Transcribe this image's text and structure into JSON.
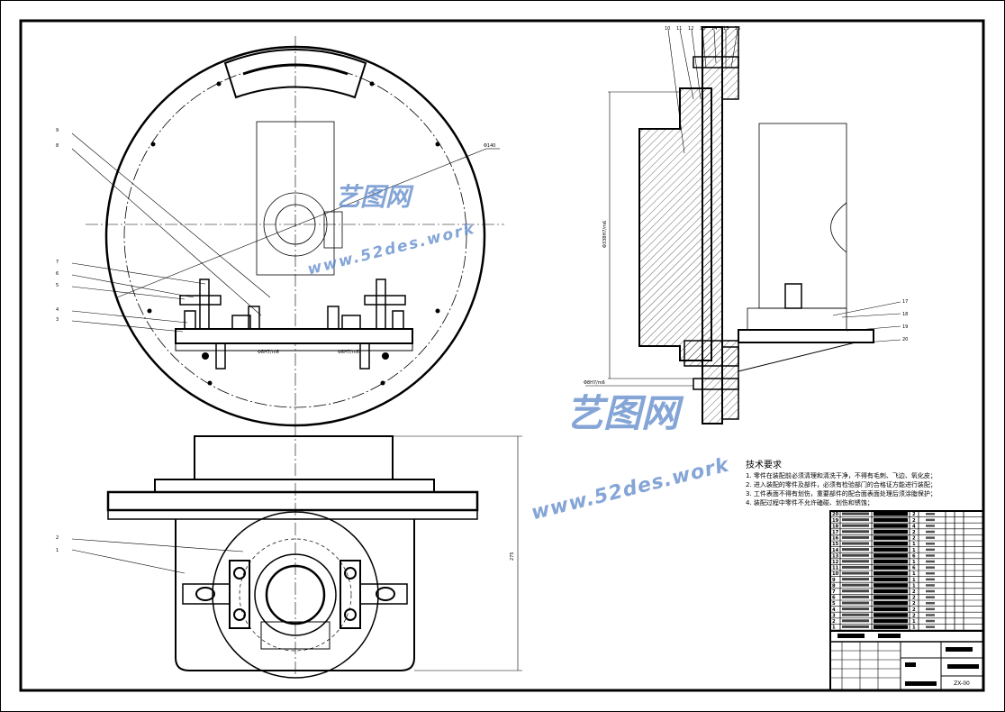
{
  "technical_requirements": {
    "title": "技术要求",
    "items": [
      "1. 零件在装配前必须清理和清洗干净，不得有毛刺、飞边、氧化皮；",
      "2. 进入装配的零件及部件，必须有检验部门的合格证方能进行装配；",
      "3. 工件表面不得有划伤，重要部件的配合面表面处理后须涂脂保护；",
      "4. 装配过程中零件不允许磕碰、划伤和锈蚀；"
    ]
  },
  "dimensions": {
    "top_dia": "Φ140",
    "fit_left": "Φ8H7/m6",
    "fit_right": "Φ8H7/m6",
    "side_dia": "Φ338H7/m6",
    "side_fit": "Φ8H7/m6",
    "height": "275"
  },
  "balloons": {
    "top_view": [
      "9",
      "8",
      "7",
      "6",
      "5",
      "4",
      "3"
    ],
    "bottom_view": [
      "2",
      "1"
    ],
    "side_view_top": [
      "10",
      "11",
      "12",
      "13",
      "14",
      "15",
      "16"
    ],
    "side_view_right": [
      "17",
      "18",
      "19",
      "20"
    ]
  },
  "parts_list": [
    {
      "no": "20",
      "qty": "2"
    },
    {
      "no": "19",
      "qty": "2"
    },
    {
      "no": "18",
      "qty": "4"
    },
    {
      "no": "17",
      "qty": "2"
    },
    {
      "no": "16",
      "qty": "2"
    },
    {
      "no": "15",
      "qty": "1"
    },
    {
      "no": "14",
      "qty": "1"
    },
    {
      "no": "13",
      "qty": "6"
    },
    {
      "no": "12",
      "qty": "1"
    },
    {
      "no": "11",
      "qty": "6"
    },
    {
      "no": "10",
      "qty": "1"
    },
    {
      "no": "9",
      "qty": "1"
    },
    {
      "no": "8",
      "qty": "1"
    },
    {
      "no": "7",
      "qty": "2"
    },
    {
      "no": "6",
      "qty": "2"
    },
    {
      "no": "5",
      "qty": "2"
    },
    {
      "no": "4",
      "qty": "2"
    },
    {
      "no": "3",
      "qty": "2"
    },
    {
      "no": "2",
      "qty": "1"
    },
    {
      "no": "1",
      "qty": "1"
    }
  ],
  "title_block": {
    "drawing_no": "ZX-00"
  },
  "watermark": {
    "name": "艺图网",
    "url": "www.52des.work"
  }
}
